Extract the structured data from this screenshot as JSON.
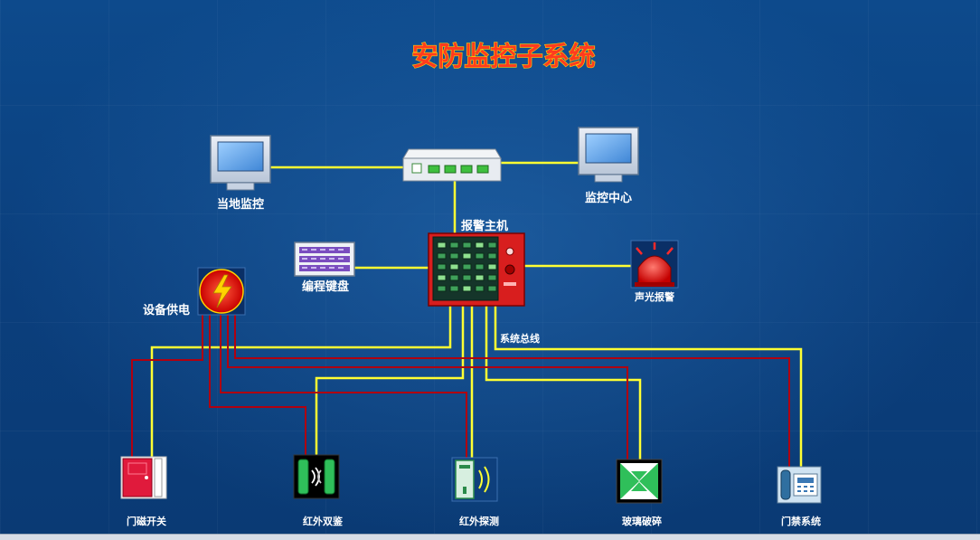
{
  "title": "安防监控子系统",
  "nodes": {
    "local_monitor": "当地监控",
    "monitor_center": "监控中心",
    "alarm_host": "报警主机",
    "keyboard": "编程键盘",
    "strobe_alarm": "声光报警",
    "power": "设备供电",
    "system_bus": "系统总线",
    "door_magnet": "门磁开关",
    "dual_tech": "红外双鉴",
    "ir_detector": "红外探测",
    "glass_break": "玻璃破碎",
    "door_phone": "门禁系统"
  },
  "colors": {
    "signal_line": "#ffff33",
    "power_line": "#b00010",
    "title_fill": "#ff3b1f",
    "title_stroke": "#ffd200"
  }
}
